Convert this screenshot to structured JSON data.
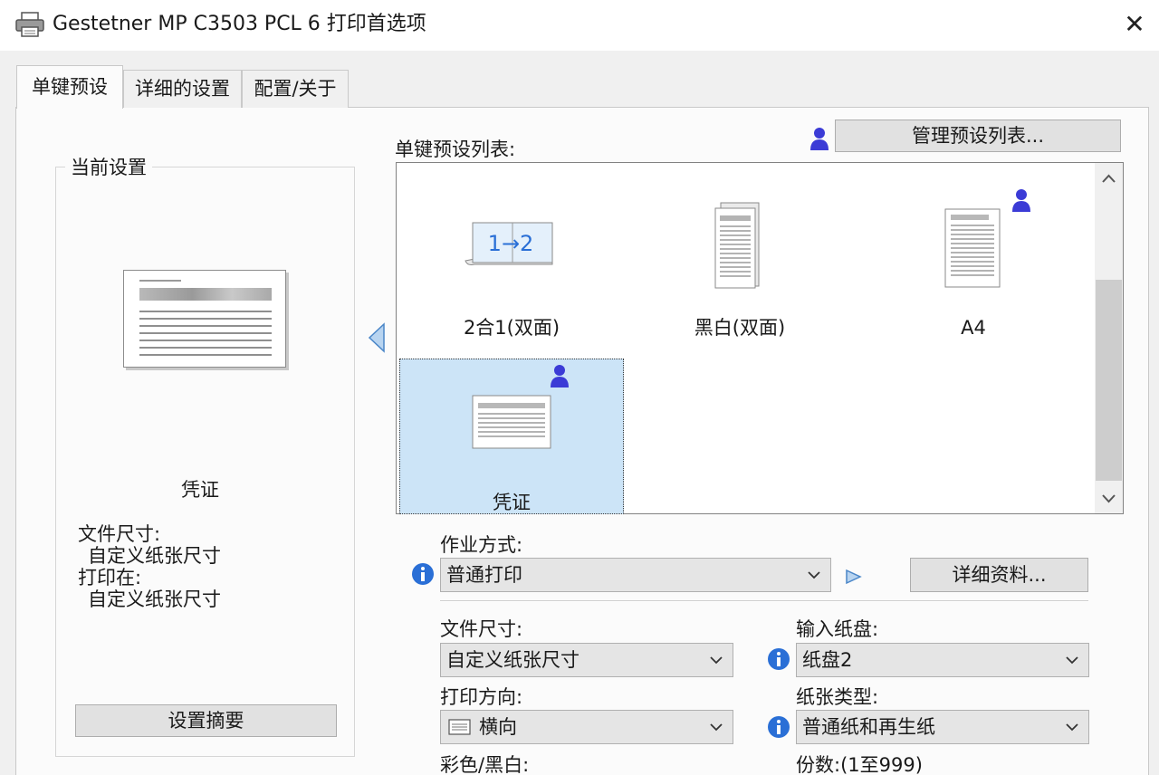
{
  "window": {
    "title": "Gestetner MP C3503 PCL 6 打印首选项",
    "close_glyph": "✕"
  },
  "tabs": [
    {
      "label": "单键预设",
      "active": true
    },
    {
      "label": "详细的设置",
      "active": false
    },
    {
      "label": "配置/关于",
      "active": false
    }
  ],
  "current_settings": {
    "legend": "当前设置",
    "preset_name": "凭证",
    "doc_size_label": "文件尺寸:",
    "doc_size_value": "自定义纸张尺寸",
    "print_on_label": "打印在:",
    "print_on_value": "自定义纸张尺寸",
    "summary_button": "设置摘要"
  },
  "preset_list": {
    "label": "单键预设列表:",
    "manage_button": "管理预设列表...",
    "items": [
      {
        "label": "2合1(双面)",
        "icon": "two-in-one-duplex-icon",
        "user_badge": false,
        "icon_text": "1→2"
      },
      {
        "label": "黑白(双面)",
        "icon": "bw-duplex-icon",
        "user_badge": false
      },
      {
        "label": "A4",
        "icon": "a4-page-icon",
        "user_badge": true
      },
      {
        "label": "凭证",
        "icon": "voucher-page-icon",
        "user_badge": true,
        "selected": true
      }
    ]
  },
  "job": {
    "label": "作业方式:",
    "value": "普通打印",
    "details_button": "详细资料..."
  },
  "fields": {
    "doc_size": {
      "label": "文件尺寸:",
      "value": "自定义纸张尺寸"
    },
    "orientation": {
      "label": "打印方向:",
      "value": "横向"
    },
    "color": {
      "label": "彩色/黑白:"
    },
    "input_tray": {
      "label": "输入纸盘:",
      "value": "纸盘2"
    },
    "paper_type": {
      "label": "纸张类型:",
      "value": "普通纸和再生纸"
    },
    "copies": {
      "label": "份数:(1至999)"
    }
  },
  "colors": {
    "selection": "#cce4f7",
    "user_icon": "#3b3bd6",
    "info_icon": "#2a6fd6",
    "window_bg": "#f0f0f0"
  }
}
